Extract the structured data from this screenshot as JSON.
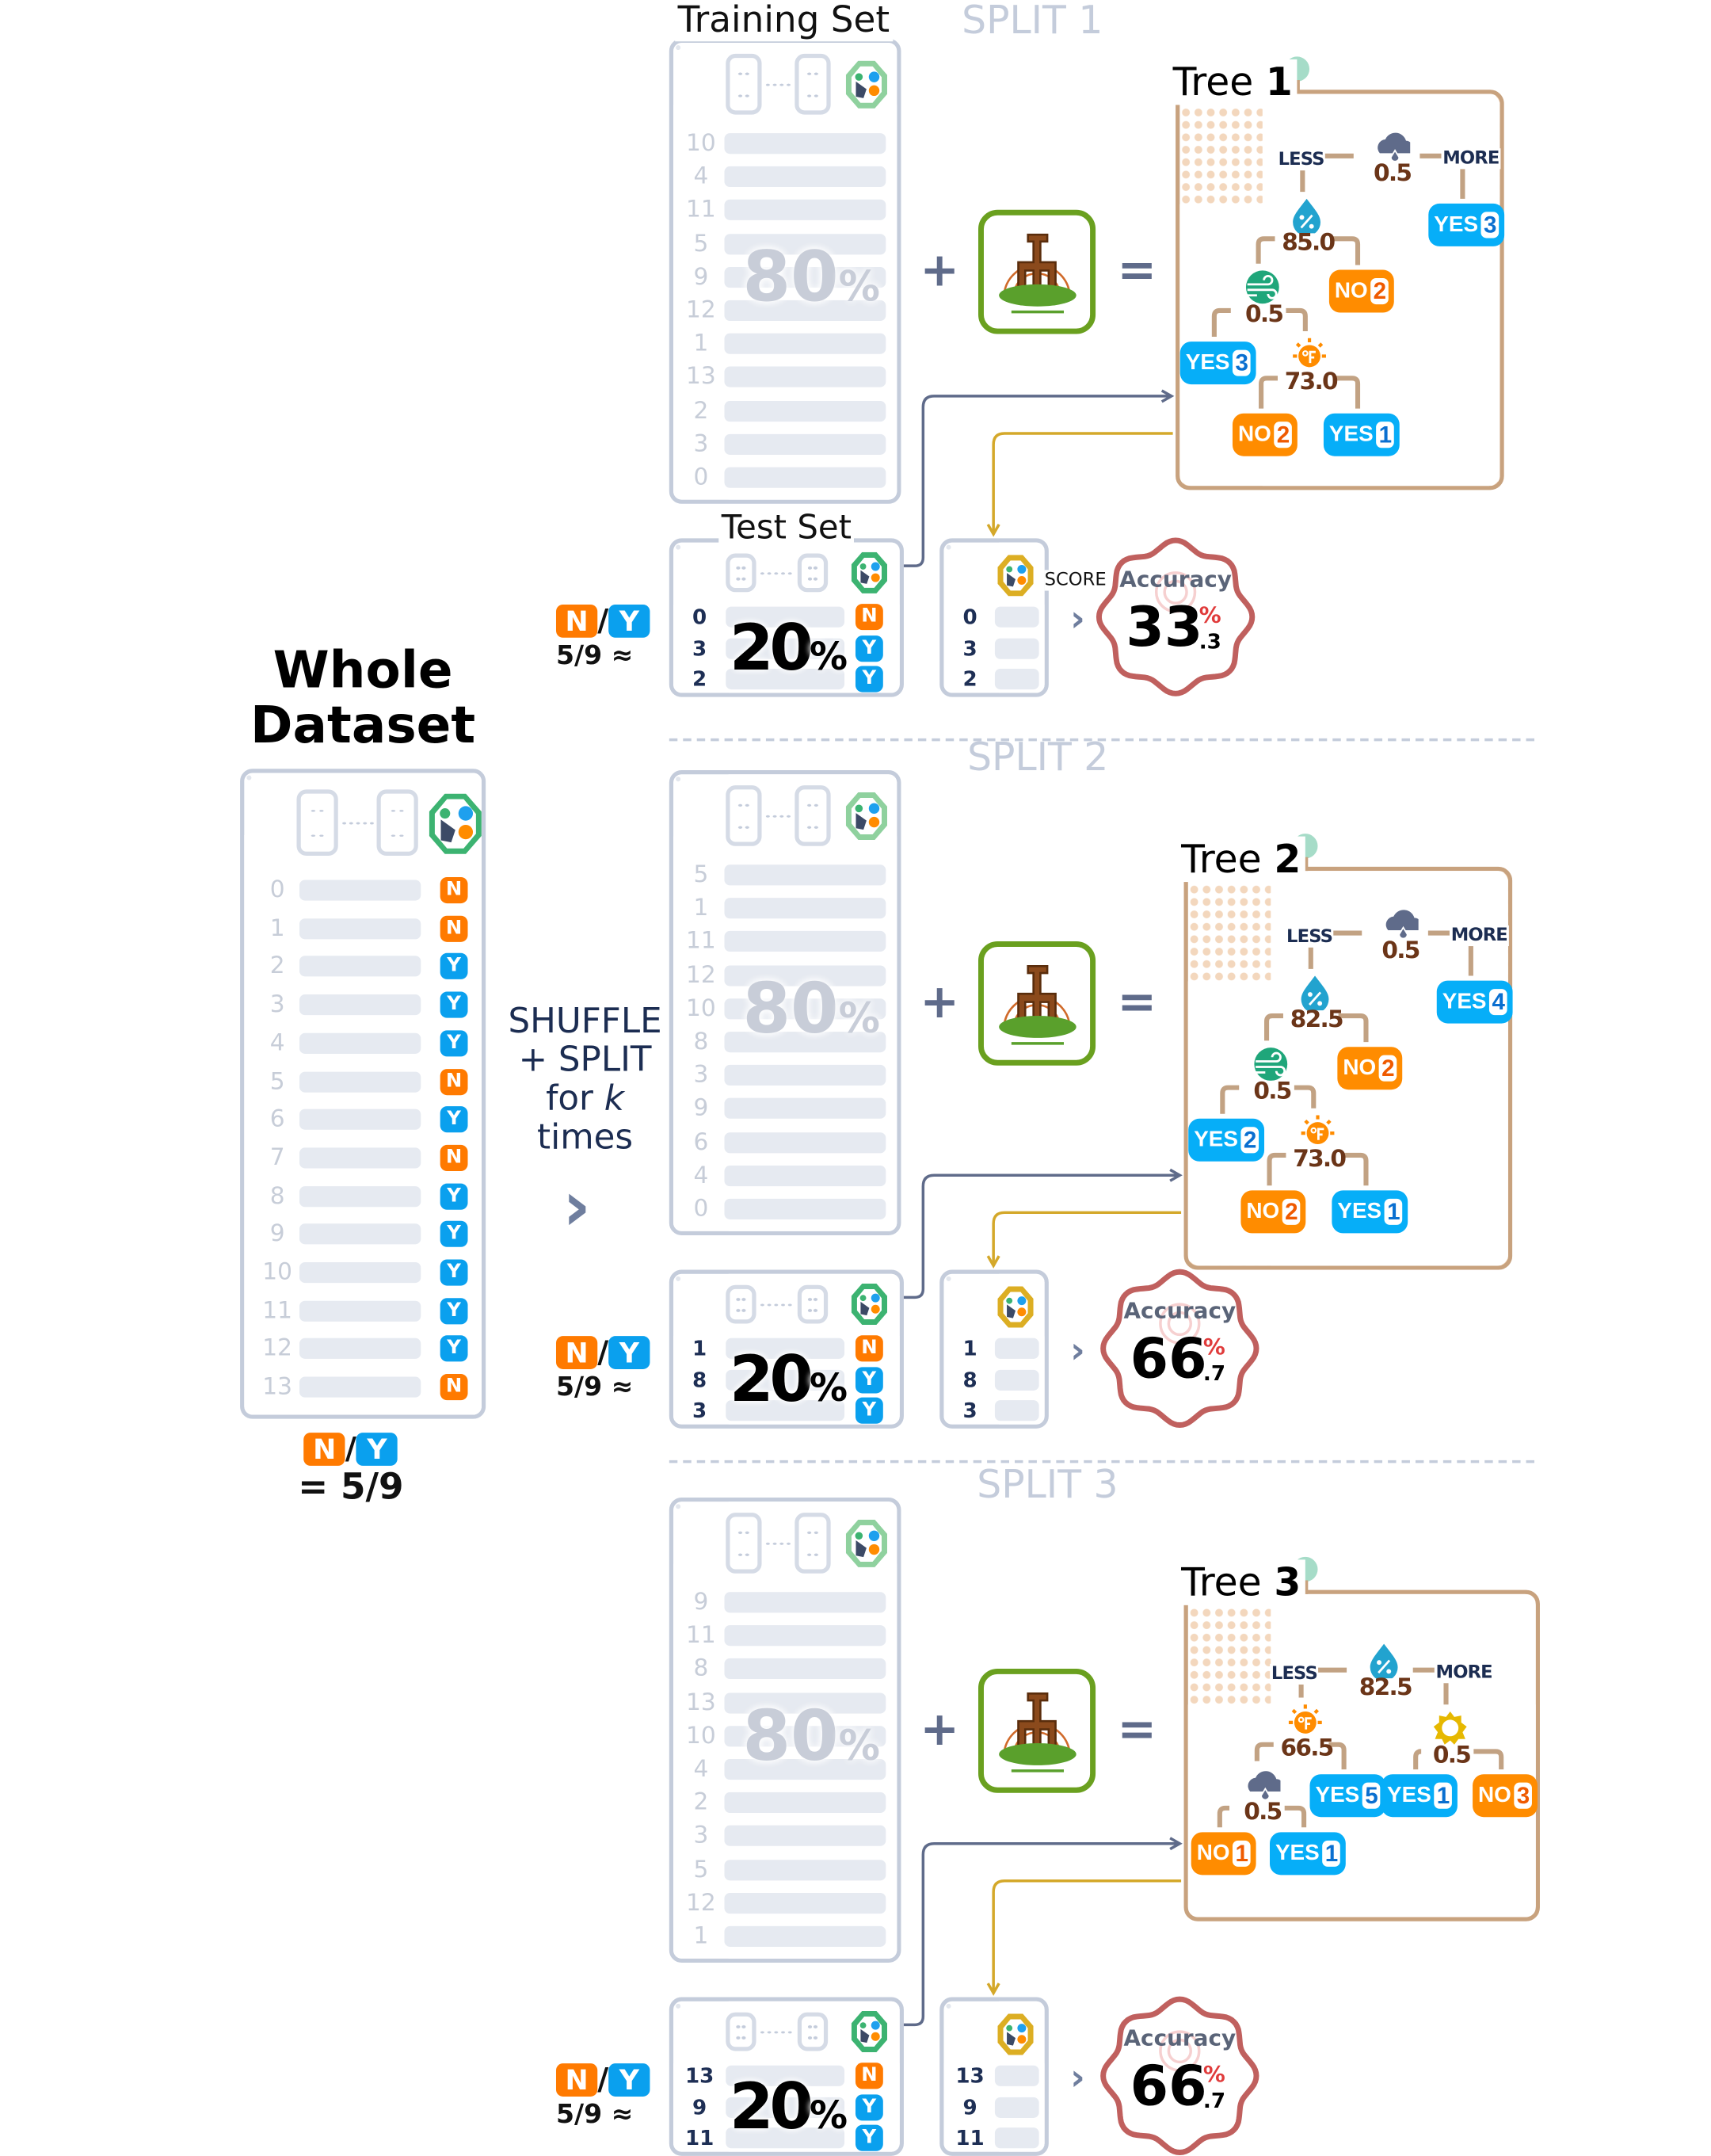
{
  "whole_dataset": {
    "title_line1": "Whole",
    "title_line2": "Dataset",
    "rows": [
      {
        "index": "0",
        "label": "N"
      },
      {
        "index": "1",
        "label": "N"
      },
      {
        "index": "2",
        "label": "Y"
      },
      {
        "index": "3",
        "label": "Y"
      },
      {
        "index": "4",
        "label": "Y"
      },
      {
        "index": "5",
        "label": "N"
      },
      {
        "index": "6",
        "label": "Y"
      },
      {
        "index": "7",
        "label": "N"
      },
      {
        "index": "8",
        "label": "Y"
      },
      {
        "index": "9",
        "label": "Y"
      },
      {
        "index": "10",
        "label": "Y"
      },
      {
        "index": "11",
        "label": "Y"
      },
      {
        "index": "12",
        "label": "Y"
      },
      {
        "index": "13",
        "label": "N"
      }
    ],
    "ratio": {
      "n": "N",
      "slash": "/",
      "y": "Y",
      "text": "= 5/9"
    }
  },
  "shuffle": {
    "line1": "SHUFFLE",
    "line2": "+ SPLIT",
    "line3_pre": "for ",
    "line3_k": "k",
    "line4": "times",
    "chevron": "›"
  },
  "headings": {
    "training_set": "Training Set",
    "test_set": "Test Set",
    "score": "SCORE"
  },
  "operators": {
    "plus": "+",
    "equals": "="
  },
  "splits": [
    {
      "title": "SPLIT 1",
      "train_indices": [
        "10",
        "4",
        "11",
        "5",
        "9",
        "12",
        "1",
        "13",
        "2",
        "3",
        "0"
      ],
      "train_pct": "80",
      "test_pct": "20",
      "pct_sign": "%",
      "test_rows": [
        {
          "index": "0",
          "label": "N"
        },
        {
          "index": "3",
          "label": "Y"
        },
        {
          "index": "2",
          "label": "Y"
        }
      ],
      "ratio": {
        "n": "N",
        "slash": "/",
        "y": "Y",
        "text": "5/9 ≈"
      },
      "tree": {
        "title": "Tree",
        "number": "1",
        "less": "LESS",
        "more": "MORE",
        "nodes": [
          {
            "type": "split",
            "feature": "cloud-icon",
            "value": "0.5",
            "less": 1,
            "more": 2
          },
          {
            "type": "split",
            "feature": "humidity-drop-icon",
            "value": "85.0",
            "less": 3,
            "more": 4
          },
          {
            "type": "leaf",
            "label": "YES",
            "count": "3"
          },
          {
            "type": "split",
            "feature": "wind-icon",
            "value": "0.5",
            "less": 5,
            "more": 6
          },
          {
            "type": "leaf",
            "label": "NO",
            "count": "2"
          },
          {
            "type": "leaf",
            "label": "YES",
            "count": "3"
          },
          {
            "type": "split",
            "feature": "temperature-sun-icon",
            "value": "73.0",
            "less": 7,
            "more": 8
          },
          {
            "type": "leaf",
            "label": "NO",
            "count": "2"
          },
          {
            "type": "leaf",
            "label": "YES",
            "count": "1"
          }
        ]
      },
      "accuracy": {
        "label": "Accuracy",
        "int": "33",
        "pct": "%",
        "dec": ".3"
      }
    },
    {
      "title": "SPLIT 2",
      "train_indices": [
        "5",
        "1",
        "11",
        "12",
        "10",
        "8",
        "3",
        "9",
        "6",
        "4",
        "0"
      ],
      "train_pct": "80",
      "test_pct": "20",
      "pct_sign": "%",
      "test_rows": [
        {
          "index": "1",
          "label": "N"
        },
        {
          "index": "8",
          "label": "Y"
        },
        {
          "index": "3",
          "label": "Y"
        }
      ],
      "ratio": {
        "n": "N",
        "slash": "/",
        "y": "Y",
        "text": "5/9 ≈"
      },
      "tree": {
        "title": "Tree",
        "number": "2",
        "less": "LESS",
        "more": "MORE",
        "nodes": [
          {
            "type": "split",
            "feature": "cloud-icon",
            "value": "0.5",
            "less": 1,
            "more": 2
          },
          {
            "type": "split",
            "feature": "humidity-drop-icon",
            "value": "82.5",
            "less": 3,
            "more": 4
          },
          {
            "type": "leaf",
            "label": "YES",
            "count": "4"
          },
          {
            "type": "split",
            "feature": "wind-icon",
            "value": "0.5",
            "less": 5,
            "more": 6
          },
          {
            "type": "leaf",
            "label": "NO",
            "count": "2"
          },
          {
            "type": "leaf",
            "label": "YES",
            "count": "2"
          },
          {
            "type": "split",
            "feature": "temperature-sun-icon",
            "value": "73.0",
            "less": 7,
            "more": 8
          },
          {
            "type": "leaf",
            "label": "NO",
            "count": "2"
          },
          {
            "type": "leaf",
            "label": "YES",
            "count": "1"
          }
        ]
      },
      "accuracy": {
        "label": "Accuracy",
        "int": "66",
        "pct": "%",
        "dec": ".7"
      }
    },
    {
      "title": "SPLIT 3",
      "train_indices": [
        "9",
        "11",
        "8",
        "13",
        "10",
        "4",
        "2",
        "3",
        "5",
        "12",
        "1"
      ],
      "train_pct": "80",
      "test_pct": "20",
      "pct_sign": "%",
      "test_rows": [
        {
          "index": "13",
          "label": "N"
        },
        {
          "index": "9",
          "label": "Y"
        },
        {
          "index": "11",
          "label": "Y"
        }
      ],
      "ratio": {
        "n": "N",
        "slash": "/",
        "y": "Y",
        "text": "5/9 ≈"
      },
      "tree": {
        "title": "Tree",
        "number": "3",
        "less": "LESS",
        "more": "MORE",
        "nodes": [
          {
            "type": "split",
            "feature": "humidity-drop-icon",
            "value": "82.5",
            "less": 1,
            "more": 2
          },
          {
            "type": "split",
            "feature": "temperature-sun-icon",
            "value": "66.5",
            "less": 3,
            "more": 4
          },
          {
            "type": "split",
            "feature": "sun-icon",
            "value": "0.5",
            "less": 5,
            "more": 6
          },
          {
            "type": "split",
            "feature": "cloud-icon",
            "value": "0.5",
            "less": 7,
            "more": 8
          },
          {
            "type": "leaf",
            "label": "YES",
            "count": "5"
          },
          {
            "type": "leaf",
            "label": "YES",
            "count": "1"
          },
          {
            "type": "leaf",
            "label": "NO",
            "count": "3"
          },
          {
            "type": "leaf",
            "label": "NO",
            "count": "1"
          },
          {
            "type": "leaf",
            "label": "YES",
            "count": "1"
          }
        ]
      },
      "accuracy": {
        "label": "Accuracy",
        "int": "66",
        "pct": "%",
        "dec": ".7"
      }
    }
  ],
  "colors": {
    "no": "#ff7a00",
    "yes": "#0aa0ee",
    "tree_border": "#c8a27e",
    "accuracy_border": "#c0605e",
    "model_border": "#6aa01f",
    "fit_arrow": "#5f6b8a",
    "predict_arrow": "#d4a82a"
  }
}
